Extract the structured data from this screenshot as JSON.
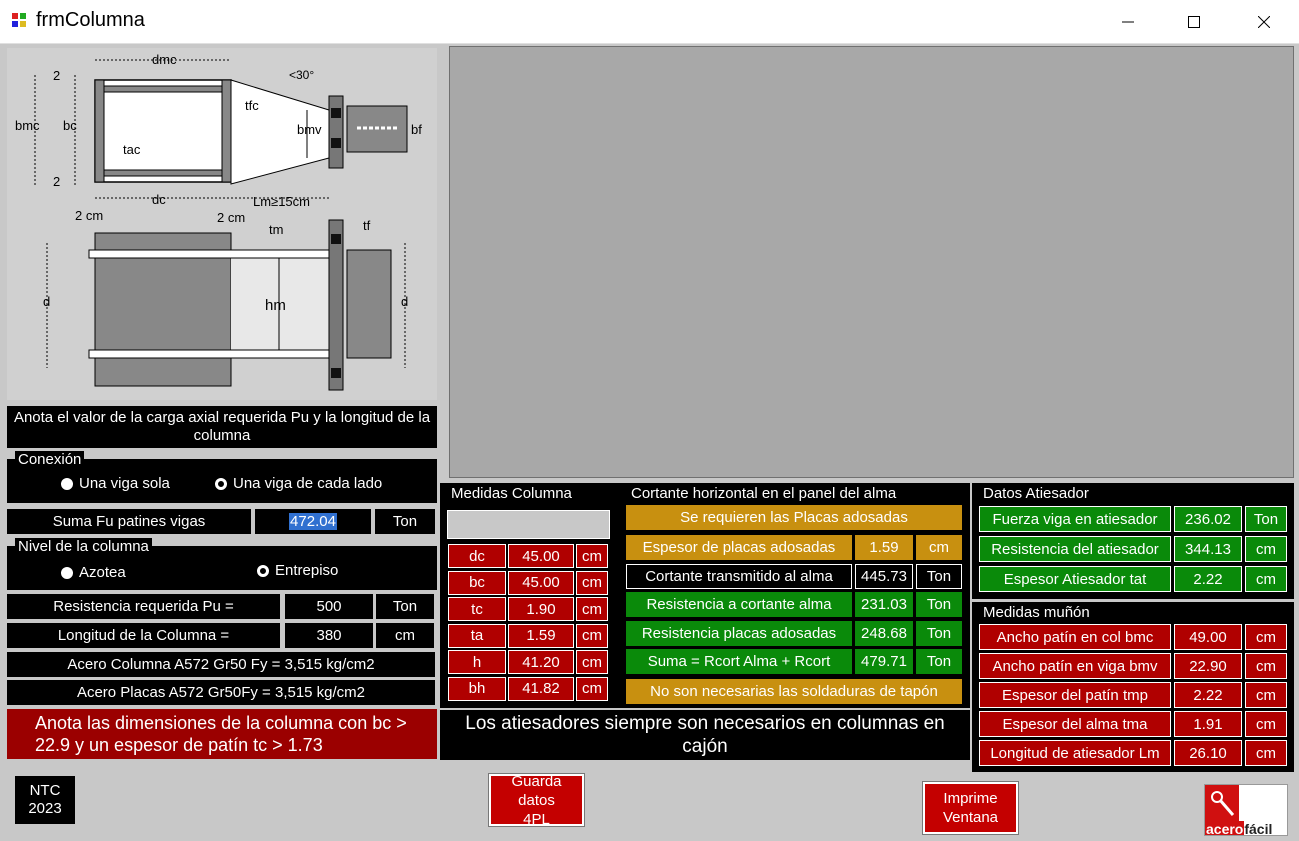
{
  "window": {
    "title": "frmColumna"
  },
  "diagram": {
    "labels": {
      "dmc": "dmc",
      "bmc": "bmc",
      "bc": "bc",
      "tfc": "tfc",
      "tac": "tac",
      "bmv": "bmv",
      "bf": "bf",
      "dc": "dc",
      "lm": "Lm≥15cm",
      "ang": "<30°",
      "two_a": "2",
      "two_b": "2",
      "twocm_a": "2 cm",
      "twocm_b": "2 cm",
      "tm": "tm",
      "tf": "tf",
      "hm": "hm",
      "d_left": "d",
      "d_right": "d"
    }
  },
  "instructions": {
    "pu_prompt": "Anota el valor de la carga axial requerida Pu y la longitud de la columna",
    "dims_prompt": "Anota las dimensiones de la columna con bc > 22.9 y un espesor de patín tc > 1.73"
  },
  "conexion": {
    "title": "Conexión",
    "opt1": "Una viga sola",
    "opt2": "Una viga de cada lado"
  },
  "suma_fu": {
    "label": "Suma Fu patines vigas",
    "value": "472.04",
    "unit": "Ton"
  },
  "nivel": {
    "title": "Nivel de la columna",
    "opt1": "Azotea",
    "opt2": "Entrepiso"
  },
  "pu": {
    "label": "Resistencia requerida Pu  =",
    "value": "500",
    "unit": "Ton"
  },
  "longitud": {
    "label": "Longitud de la Columna =",
    "value": "380",
    "unit": "cm"
  },
  "acero_columna": "Acero Columna A572 Gr50   Fy = 3,515 kg/cm2",
  "acero_placas": "Acero Placas A572 Gr50Fy = 3,515 kg/cm2",
  "medidas_columna": {
    "title": "Medidas Columna",
    "rows": [
      {
        "name": "dc",
        "value": "45.00",
        "unit": "cm"
      },
      {
        "name": "bc",
        "value": "45.00",
        "unit": "cm"
      },
      {
        "name": "tc",
        "value": "1.90",
        "unit": "cm"
      },
      {
        "name": "ta",
        "value": "1.59",
        "unit": "cm"
      },
      {
        "name": "h",
        "value": "41.20",
        "unit": "cm"
      },
      {
        "name": "bh",
        "value": "41.82",
        "unit": "cm"
      }
    ]
  },
  "cortante": {
    "title": "Cortante horizontal en el panel del alma",
    "banner": "Se requieren las Placas adosadas",
    "rows": [
      {
        "label": "Espesor de placas adosadas",
        "value": "1.59",
        "unit": "cm"
      },
      {
        "label": "Cortante transmitido al alma",
        "value": "445.73",
        "unit": "Ton"
      },
      {
        "label": "Resistencia a cortante alma",
        "value": "231.03",
        "unit": "Ton"
      },
      {
        "label": "Resistencia placas adosadas",
        "value": "248.68",
        "unit": "Ton"
      },
      {
        "label": "Suma = Rcort Alma + Rcort",
        "value": "479.71",
        "unit": "Ton"
      }
    ],
    "footer": "No son necesarias las  soldaduras de tapón"
  },
  "atiesadores_note": "Los atiesadores siempre son necesarios en columnas en cajón",
  "datos_atiesador": {
    "title": "Datos Atiesador",
    "rows": [
      {
        "label": "Fuerza viga en atiesador",
        "value": "236.02",
        "unit": "Ton"
      },
      {
        "label": "Resistencia del atiesador",
        "value": "344.13",
        "unit": "cm"
      },
      {
        "label": "Espesor Atiesador tat",
        "value": "2.22",
        "unit": "cm"
      }
    ]
  },
  "medidas_munon": {
    "title": "Medidas muñón",
    "rows": [
      {
        "label": "Ancho patín en col bmc",
        "value": "49.00",
        "unit": "cm"
      },
      {
        "label": "Ancho patín en viga bmv",
        "value": "22.90",
        "unit": "cm"
      },
      {
        "label": "Espesor del patín tmp",
        "value": "2.22",
        "unit": "cm"
      },
      {
        "label": "Espesor del alma tma",
        "value": "1.91",
        "unit": "cm"
      },
      {
        "label": "Longitud de atiesador Lm",
        "value": "26.10",
        "unit": "cm"
      }
    ]
  },
  "ntc": {
    "line1": "NTC",
    "line2": "2023"
  },
  "buttons": {
    "guarda": "Guarda datos 4PL",
    "imprime": "Imprime Ventana"
  },
  "logo": {
    "part1": "acero",
    "part2": "fácil"
  }
}
